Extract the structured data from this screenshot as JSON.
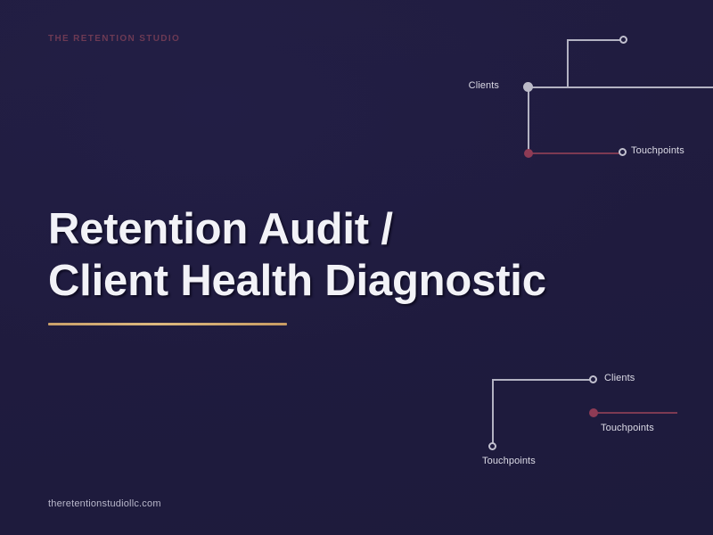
{
  "slide": {
    "eyebrow": "THE RETENTION STUDIO",
    "title_line_1": "Retention Audit /",
    "title_line_2": "Client Health Diagnostic",
    "footer": "theretentionstudiollc.com"
  },
  "colors": {
    "background": "#201c40",
    "title": "#f2f2f7",
    "eyebrow": "#6d3a54",
    "rule_gold": "#d6a868",
    "node_gray": "#bcbbc9",
    "node_maroon": "#8e3b55",
    "line_gray": "#b3b2c2",
    "line_maroon": "#7d3a52",
    "label": "#dcdbe6",
    "footer": "#b9b8cb"
  },
  "diagram_top": {
    "name": "top-right-node-graph",
    "labels": {
      "clients": "Clients",
      "touchpoints": "Touchpoints"
    }
  },
  "diagram_bottom": {
    "name": "bottom-right-node-graph",
    "labels": {
      "clients": "Clients",
      "touchpoints_left": "Touchpoints",
      "touchpoints_right": "Touchpoints"
    }
  }
}
